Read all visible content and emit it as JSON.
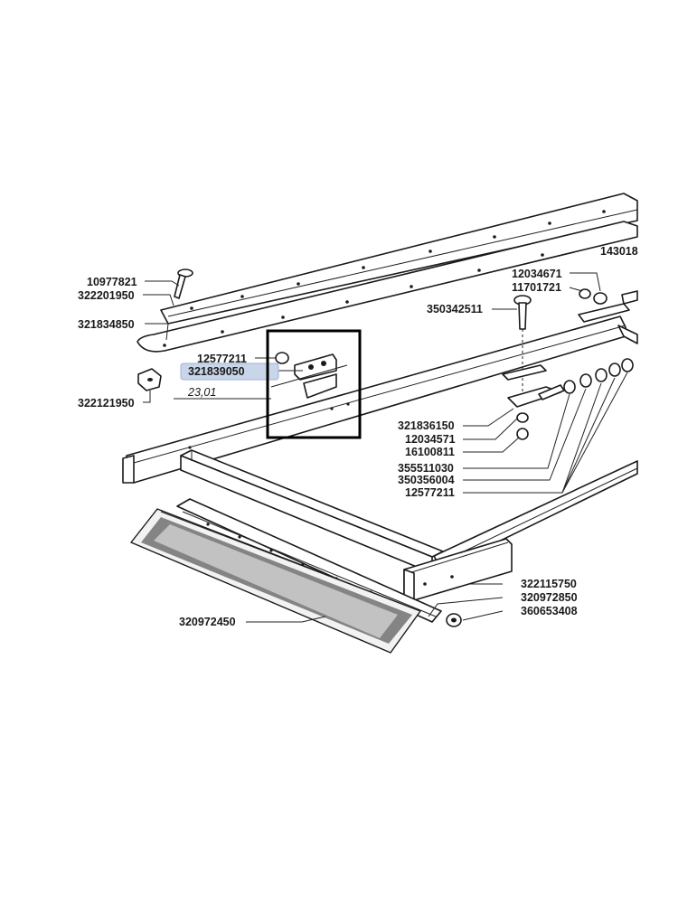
{
  "labels": {
    "l10977821": "10977821",
    "l322201950": "322201950",
    "l321834850": "321834850",
    "l12577211_top": "12577211",
    "l321839050": "321839050",
    "l23_01": "23,01",
    "l322121950": "322121950",
    "l143018": "143018",
    "l12034671": "12034671",
    "l11701721": "11701721",
    "l350342511": "350342511",
    "l321836150": "321836150",
    "l12034571": "12034571",
    "l16100811": "16100811",
    "l355511030": "355511030",
    "l350356004": "350356004",
    "l12577211_bot": "12577211",
    "l322115750": "322115750",
    "l320972850": "320972850",
    "l360653408": "360653408",
    "l320972450": "320972450"
  },
  "highlight_color": "#c9d6ea",
  "selection_box_color": "#000000"
}
